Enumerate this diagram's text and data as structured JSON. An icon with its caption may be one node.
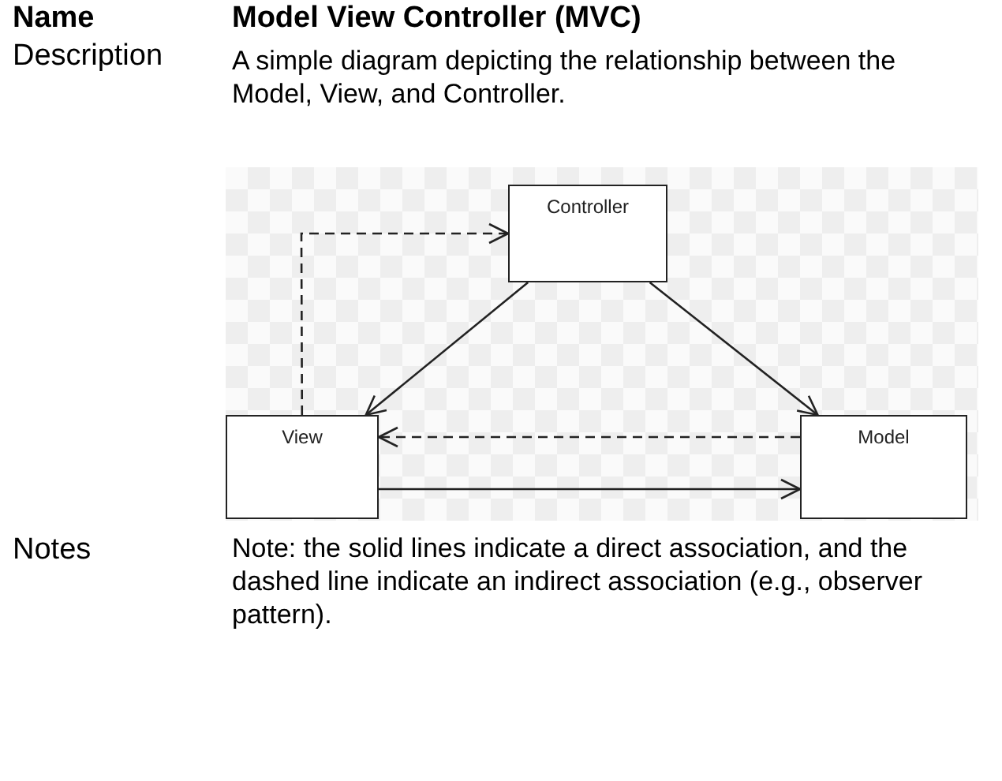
{
  "diagram": {
    "nodes": [
      {
        "text": [
          "Controller"
        ]
      },
      {
        "text": [
          "View"
        ]
      },
      {
        "text": [
          "Model"
        ]
      }
    ],
    "edges": [
      {
        "from": 1,
        "to": 0,
        "arrow": "to",
        "style": "dashed"
      },
      {
        "from": 0,
        "to": 1,
        "arrow": "to"
      },
      {
        "from": 0,
        "to": 2,
        "arrow": "to"
      },
      {
        "from": 2,
        "to": 1,
        "arrow": "to",
        "style": "dashed"
      },
      {
        "from": 1,
        "to": 2,
        "arrow": "to"
      }
    ],
    "labels": [
      "Name",
      "Model View Controller (MVC)",
      "Description",
      "A simple diagram depicting the relationship between the Model, View, and Controller.",
      "Notes",
      "Note: the solid lines indicate a direct association, and the dashed line indicate an indirect association (e.g., observer pattern)."
    ]
  }
}
